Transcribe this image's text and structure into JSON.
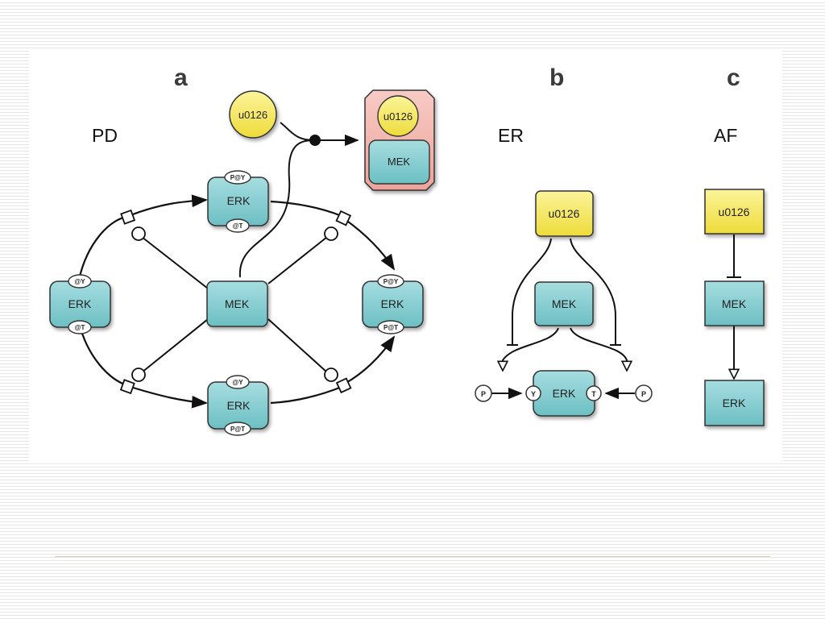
{
  "panels": {
    "a": {
      "letter": "a",
      "type": "PD"
    },
    "b": {
      "letter": "b",
      "type": "ER"
    },
    "c": {
      "letter": "c",
      "type": "AF"
    }
  },
  "nodes": {
    "u0126": "u0126",
    "mek": "MEK",
    "erk": "ERK",
    "site_y": "Y",
    "site_t": "T",
    "site_p": "P",
    "state_py": "P@Y",
    "state_pt": "P@T",
    "state_ay": "@Y",
    "state_at": "@T"
  },
  "colors": {
    "teal": "#7ec9cc",
    "yellow": "#f2e44a",
    "complex_pink": "#f2b0a8"
  }
}
